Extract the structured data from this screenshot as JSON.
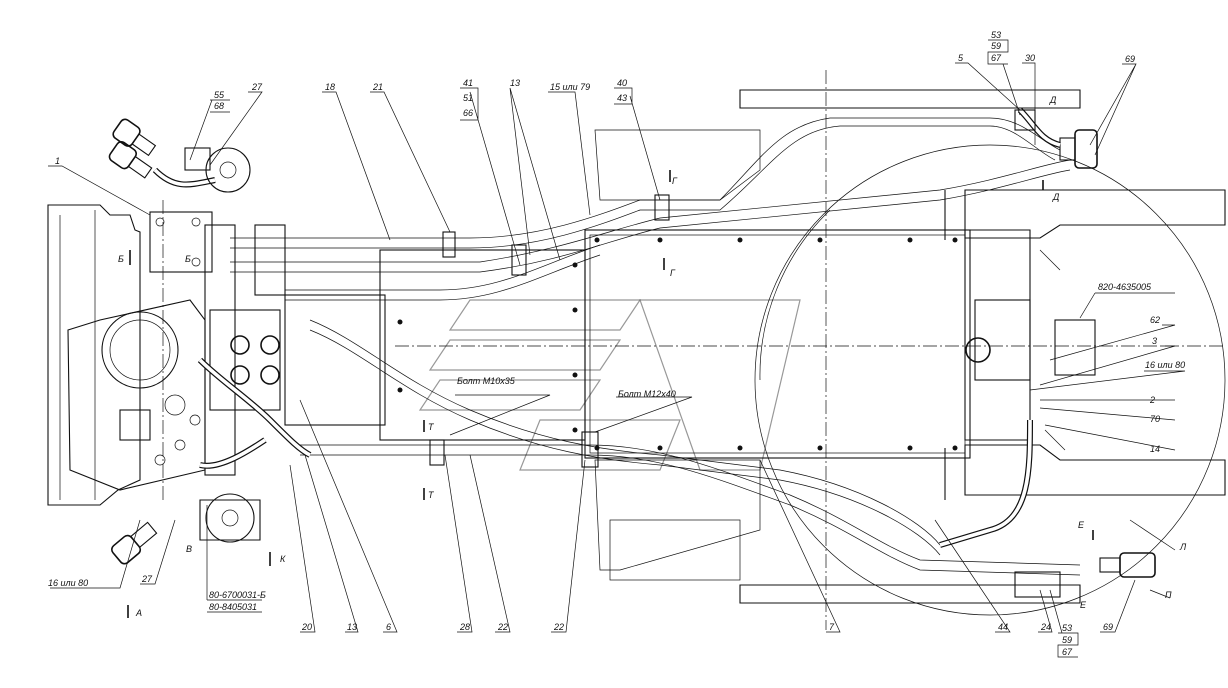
{
  "labels": {
    "p1": "1",
    "p55": "55",
    "p68": "68",
    "p27_top": "27",
    "p18": "18",
    "p21": "21",
    "p41": "41",
    "p51": "51",
    "p66": "66",
    "p13_top": "13",
    "p15or79": "15 или 79",
    "p40": "40",
    "p43": "43",
    "p53_top": "53",
    "p59_top": "59",
    "p67_top": "67",
    "p5": "5",
    "p30": "30",
    "p69_top": "69",
    "p820": "820-4635005",
    "p62": "62",
    "p3": "3",
    "p16or80_right": "16 или 80",
    "p2": "2",
    "p70": "70",
    "p14": "14",
    "p16or80_left": "16 или 80",
    "p27_bot": "27",
    "p80_6700031": "80-6700031-Б",
    "p80_8405031": "80-8405031",
    "p20": "20",
    "p13_bot": "13",
    "p6": "6",
    "p28": "28",
    "p22a": "22",
    "p22b": "22",
    "p7": "7",
    "p44": "44",
    "p24": "24",
    "p53_bot": "53",
    "p59_bot": "59",
    "p67_bot": "67",
    "p69_bot": "69",
    "bolt1": "Болт М10х35",
    "bolt2": "Болт М12х40"
  },
  "section_marks": {
    "A": "А",
    "B": "Б",
    "B2": "Б",
    "V": "В",
    "G": "Г",
    "G2": "Г",
    "D": "Д",
    "D2": "Д",
    "E": "Е",
    "E2": "Е",
    "T": "Т",
    "T2": "Т",
    "K": "К",
    "L": "Л",
    "P": "П"
  }
}
